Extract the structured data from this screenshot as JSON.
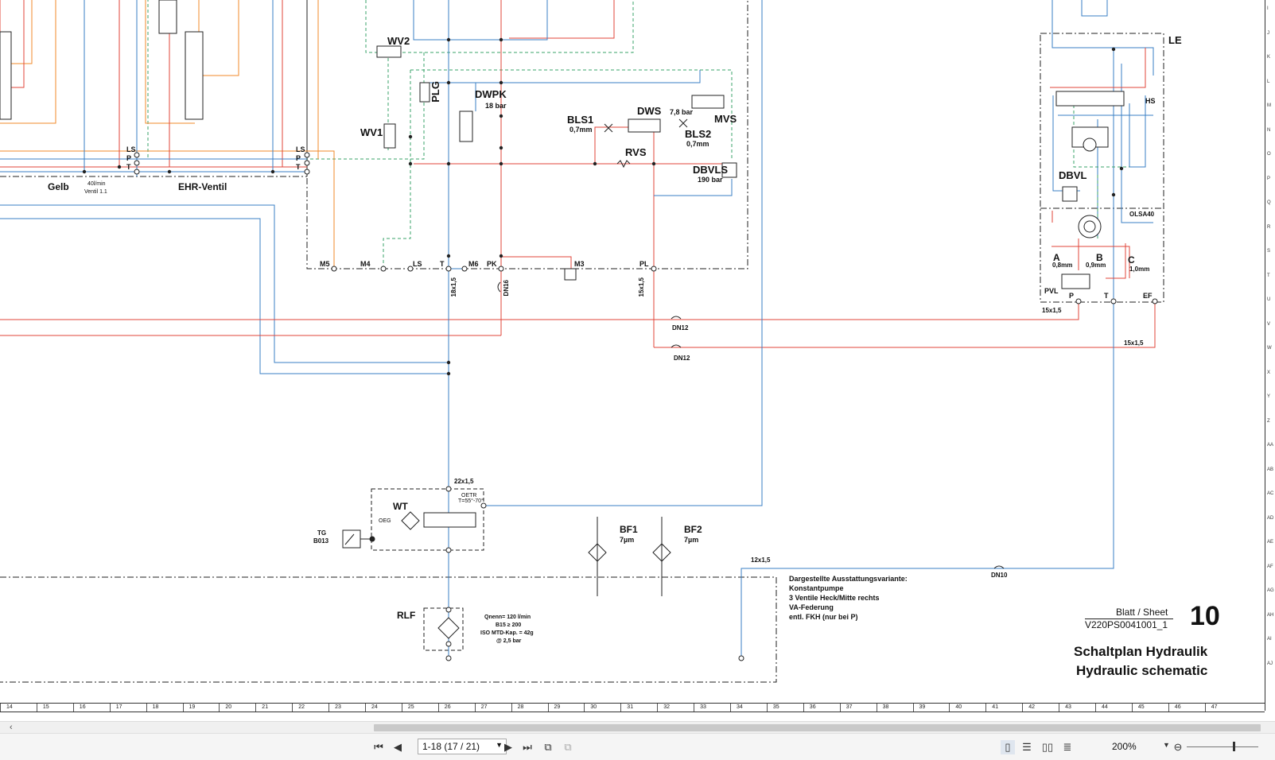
{
  "components": {
    "wv2": "WV2",
    "wv1": "WV1",
    "plg": "PLG",
    "dwpk": "DWPK",
    "dwpk_p": "18 bar",
    "bls1": "BLS1",
    "bls1_d": "0,7mm",
    "dws": "DWS",
    "dws_p": "7,8 bar",
    "mvs": "MVS",
    "bls2": "BLS2",
    "bls2_d": "0,7mm",
    "rvs": "RVS",
    "dbvls": "DBVLS",
    "dbvls_p": "190 bar",
    "le": "LE",
    "hs": "HS",
    "dbvl": "DBVL",
    "olsa": "OLSA40",
    "a": "A",
    "a_d": "0,8mm",
    "b": "B",
    "b_d": "0,9mm",
    "c": "C",
    "c_d": "1,0mm",
    "pvl": "PVL",
    "p2": "P",
    "t2": "T",
    "ef": "EF",
    "gelb": "Gelb",
    "flow": "40l/min",
    "ventil": "Ventil 1.1",
    "ehr": "EHR-Ventil",
    "ls1": "LS",
    "p1": "P",
    "t1": "T",
    "ls_a": "LS",
    "p_a": "P",
    "t_a": "T",
    "m5": "M5",
    "m4": "M4",
    "ls_m": "LS",
    "t_m": "T",
    "m6": "M6",
    "pk": "PK",
    "m3": "M3",
    "pl": "PL",
    "pipe_18": "18x1,5",
    "dn16": "DN16",
    "pipe_15v": "15x1,5",
    "dn12a": "DN12",
    "dn12b": "DN12",
    "pipe_15a": "15x1,5",
    "pipe_15b": "15x1,5",
    "pipe_22": "22x1,5",
    "oetr": "OETR",
    "oetr_t": "T=55°-70°",
    "wt": "WT",
    "oeg": "OEG",
    "tg": "TG",
    "b013": "B013",
    "bf1": "BF1",
    "bf1_d": "7µm",
    "bf2": "BF2",
    "bf2_d": "7µm",
    "pipe_12": "12x1,5",
    "dn10": "DN10",
    "rlf": "RLF",
    "q1": "Qnenn= 120 l/min",
    "q2": "B15 ≥ 200",
    "q3": "ISO MTD-Kap. = 42g",
    "q4": "@ 2,5 bar"
  },
  "notes": [
    "Dargestellte Ausstattungsvariante:",
    "Konstantpumpe",
    "3 Ventile Heck/Mitte rechts",
    "VA-Federung",
    "entl. FKH (nur bei P)"
  ],
  "title_block": {
    "sheet_label": "Blatt / Sheet",
    "sheet_number": "10",
    "doc_id": "V220PS0041001_1",
    "title_de": "Schaltplan Hydraulik",
    "title_en": "Hydraulic schematic"
  },
  "ruler": {
    "numbers": [
      "14",
      "15",
      "16",
      "17",
      "18",
      "19",
      "20",
      "21",
      "22",
      "23",
      "24",
      "25",
      "26",
      "27",
      "28",
      "29",
      "30",
      "31",
      "32",
      "33",
      "34",
      "35",
      "36",
      "37",
      "38",
      "39",
      "40",
      "41",
      "42",
      "43",
      "44",
      "45",
      "46",
      "47"
    ],
    "letters": [
      "I",
      "J",
      "K",
      "L",
      "M",
      "N",
      "O",
      "P",
      "Q",
      "R",
      "S",
      "T",
      "U",
      "V",
      "W",
      "X",
      "Y",
      "Z",
      "AA",
      "AB",
      "AC",
      "AD",
      "AE",
      "AF",
      "AG",
      "AH",
      "AI",
      "AJ"
    ]
  },
  "viewer": {
    "page_value": "1-18 (17 / 21)",
    "zoom": "200%"
  },
  "colors": {
    "hyd_blue": "#3a7fc4",
    "hyd_red": "#e0443a",
    "hyd_orange": "#f08a2a",
    "hyd_green": "#3aa36a"
  }
}
